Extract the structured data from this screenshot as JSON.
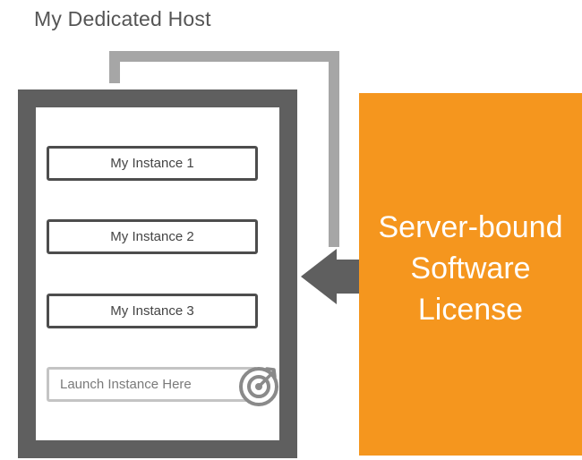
{
  "diagram": {
    "title": "My Dedicated Host",
    "instances": [
      {
        "label": "My Instance 1"
      },
      {
        "label": "My Instance 2"
      },
      {
        "label": "My Instance 3"
      }
    ],
    "launch_slot": {
      "label": "Launch Instance Here",
      "icon": "target-icon"
    },
    "license": {
      "lines": [
        "Server-bound",
        "Software",
        "License"
      ]
    },
    "colors": {
      "host_frame": "#5f5f5f",
      "connector": "#a6a6a6",
      "license_box": "#f5961e",
      "arrow": "#5f5f5f",
      "launch_border": "#c4c4c4"
    }
  }
}
